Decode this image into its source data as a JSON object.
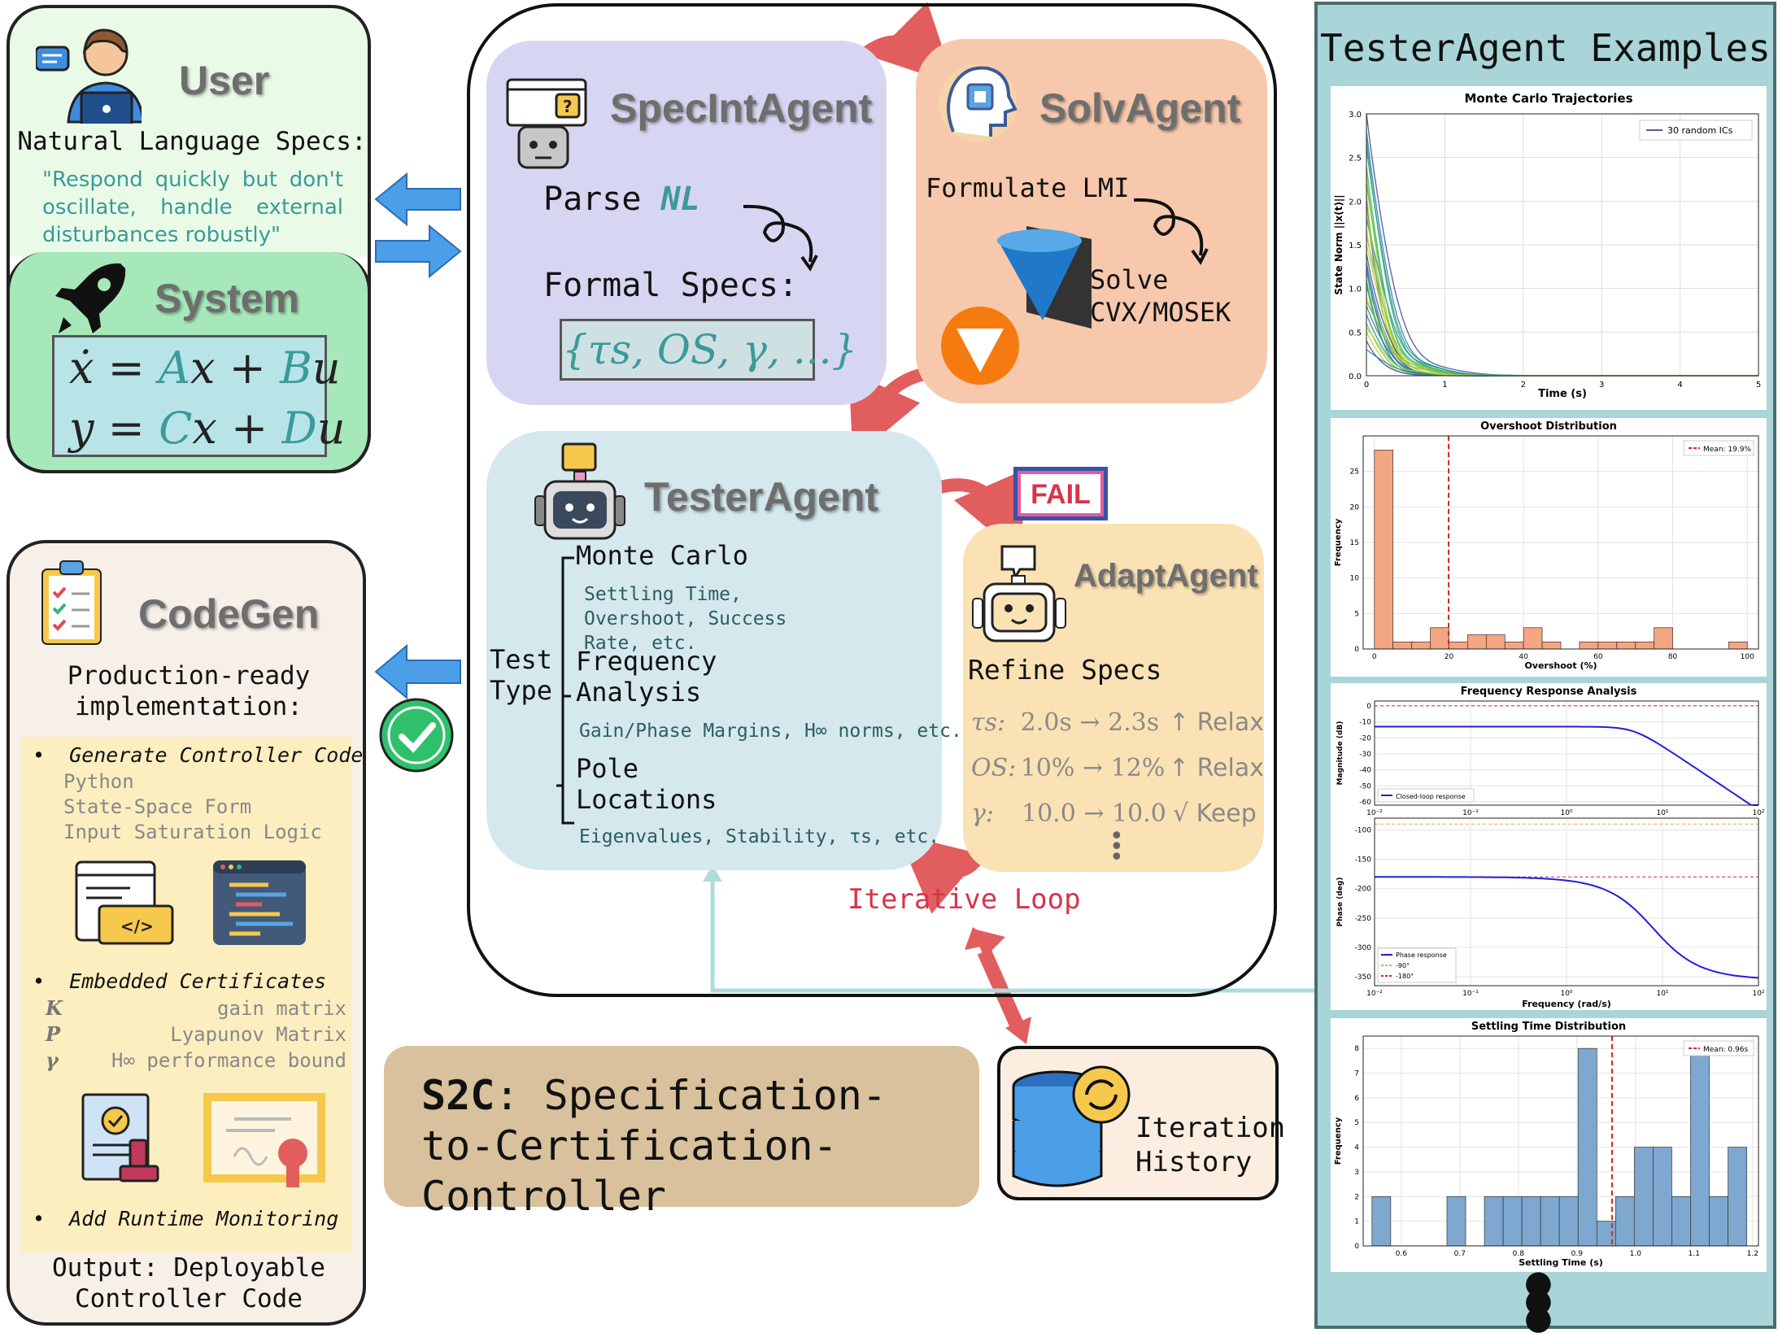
{
  "user": {
    "title": "User",
    "subtitle": "Natural Language Specs:",
    "quote": "\"Respond quickly but don't oscillate, handle external disturbances robustly\""
  },
  "system": {
    "title": "System",
    "eq1": {
      "lhs": "ẋ",
      "a": "A",
      "x1": "x",
      "b": "B",
      "u": "u"
    },
    "eq2": {
      "lhs": "y",
      "c": "C",
      "x1": "x",
      "d": "D",
      "u": "u"
    }
  },
  "codegen": {
    "title": "CodeGen",
    "subtitle": "Production-ready implementation:",
    "item1": "Generate Controller Code",
    "sub1": [
      "Python",
      "State-Space Form",
      "Input Saturation Logic"
    ],
    "item2": "Embedded Certificates",
    "certs": [
      {
        "sym": "K",
        "desc": "gain matrix"
      },
      {
        "sym": "P",
        "desc": "Lyapunov Matrix"
      },
      {
        "sym": "γ",
        "desc": "H∞ performance bound"
      }
    ],
    "item3": "Add Runtime Monitoring",
    "output": "Output: Deployable Controller Code"
  },
  "specint": {
    "title": "SpecIntAgent",
    "parse": "Parse",
    "nl": "NL",
    "formal": "Formal Specs:",
    "formula": "{τs, OS, γ, ...}"
  },
  "solv": {
    "title": "SolvAgent",
    "formulate": "Formulate LMI",
    "solve": "Solve",
    "solver": "CVX/MOSEK"
  },
  "tester": {
    "title": "TesterAgent",
    "test_type": "Test Type",
    "mc": "Monte Carlo",
    "mc_desc": "Settling Time, Overshoot, Success Rate, etc.",
    "freq": "Frequency Analysis",
    "freq_desc": "Gain/Phase Margins, H∞ norms, etc.",
    "pole": "Pole Locations",
    "pole_desc": "Eigenvalues, Stability, τs, etc."
  },
  "fail_label": "FAIL",
  "adapt": {
    "title": "AdaptAgent",
    "refine": "Refine Specs",
    "rows": [
      {
        "sym": "τs:",
        "change": "2.0s → 2.3s",
        "action": "↑ Relax"
      },
      {
        "sym": "OS:",
        "change": "10% → 12%",
        "action": "↑ Relax"
      },
      {
        "sym": "γ:",
        "change": "10.0 → 10.0",
        "action": "√ Keep"
      }
    ]
  },
  "iterative_loop": "Iterative Loop",
  "history": {
    "line1": "Iteration",
    "line2": "History"
  },
  "s2c": {
    "bold": "S2C",
    "rest": ": Specification-to-Certification-Controller"
  },
  "examples": {
    "title": "TesterAgent Examples"
  },
  "chart_data": [
    {
      "type": "line",
      "title": "Monte Carlo Trajectories",
      "xlabel": "Time (s)",
      "ylabel": "State Norm ||x(t)||",
      "xlim": [
        0,
        5
      ],
      "ylim": [
        0,
        3.0
      ],
      "xticks": [
        0,
        1,
        2,
        3,
        4,
        5
      ],
      "yticks": [
        0.0,
        0.5,
        1.0,
        1.5,
        2.0,
        2.5,
        3.0
      ],
      "legend": "30 random ICs",
      "grid": true,
      "series_decay": [
        3.0,
        2.8,
        2.7,
        2.4,
        2.3,
        2.1,
        2.0,
        1.8,
        1.6,
        1.5,
        1.4,
        1.3,
        1.2,
        1.1,
        1.0,
        0.9,
        0.8,
        0.7,
        0.6,
        0.5,
        0.4,
        0.3,
        2.6,
        2.2,
        1.9,
        1.7,
        1.25,
        1.05,
        0.85,
        0.55
      ]
    },
    {
      "type": "bar",
      "title": "Overshoot Distribution",
      "xlabel": "Overshoot (%)",
      "ylabel": "Frequency",
      "xticks": [
        0,
        20,
        40,
        60,
        80,
        100
      ],
      "yticks": [
        0,
        5,
        10,
        15,
        20,
        25
      ],
      "mean_label": "Mean: 19.9%",
      "mean": 19.9,
      "bins": [
        [
          0,
          5,
          28
        ],
        [
          5,
          10,
          1
        ],
        [
          10,
          15,
          1
        ],
        [
          15,
          20,
          3
        ],
        [
          20,
          25,
          1
        ],
        [
          25,
          30,
          2
        ],
        [
          30,
          35,
          2
        ],
        [
          35,
          40,
          1
        ],
        [
          40,
          45,
          3
        ],
        [
          45,
          50,
          1
        ],
        [
          50,
          55,
          0
        ],
        [
          55,
          60,
          1
        ],
        [
          60,
          65,
          1
        ],
        [
          65,
          70,
          1
        ],
        [
          70,
          75,
          1
        ],
        [
          75,
          80,
          3
        ],
        [
          80,
          85,
          0
        ],
        [
          85,
          90,
          0
        ],
        [
          90,
          95,
          0
        ],
        [
          95,
          100,
          1
        ]
      ],
      "ylim": [
        0,
        30
      ],
      "xlim": [
        -3,
        103
      ]
    },
    {
      "type": "line",
      "title": "Frequency Response Analysis",
      "magnitude": {
        "ylabel": "Magnitude (dB)",
        "yticks": [
          0,
          -10,
          -20,
          -30,
          -40,
          -50,
          -60
        ],
        "ylim": [
          -62,
          3
        ],
        "legend": "Closed-loop response",
        "dc": -13
      },
      "phase": {
        "ylabel": "Phase (deg)",
        "yticks": [
          -100,
          -150,
          -200,
          -250,
          -300,
          -350
        ],
        "ylim": [
          -365,
          -80
        ],
        "legend": [
          "Phase response",
          "-90°",
          "-180°"
        ],
        "start": -180,
        "end": -355
      },
      "xlabel": "Frequency (rad/s)",
      "xticks": [
        "10⁻²",
        "10⁻¹",
        "10⁰",
        "10¹",
        "10²"
      ],
      "xlim": [
        -2,
        2
      ]
    },
    {
      "type": "bar",
      "title": "Settling Time Distribution",
      "xlabel": "Settling Time (s)",
      "ylabel": "Frequency",
      "xticks": [
        0.6,
        0.7,
        0.8,
        0.9,
        1.0,
        1.1,
        1.2
      ],
      "yticks": [
        0,
        1,
        2,
        3,
        4,
        5,
        6,
        7,
        8
      ],
      "mean_label": "Mean: 0.96s",
      "mean": 0.96,
      "bins": [
        [
          0.55,
          0.582,
          2
        ],
        [
          0.582,
          0.614,
          0
        ],
        [
          0.614,
          0.646,
          0
        ],
        [
          0.646,
          0.678,
          0
        ],
        [
          0.678,
          0.71,
          2
        ],
        [
          0.71,
          0.742,
          0
        ],
        [
          0.742,
          0.774,
          2
        ],
        [
          0.774,
          0.806,
          2
        ],
        [
          0.806,
          0.838,
          2
        ],
        [
          0.838,
          0.87,
          2
        ],
        [
          0.87,
          0.902,
          2
        ],
        [
          0.902,
          0.934,
          8
        ],
        [
          0.934,
          0.966,
          1
        ],
        [
          0.966,
          0.998,
          2
        ],
        [
          0.998,
          1.03,
          4
        ],
        [
          1.03,
          1.062,
          4
        ],
        [
          1.062,
          1.094,
          2
        ],
        [
          1.094,
          1.126,
          8
        ],
        [
          1.126,
          1.158,
          2
        ],
        [
          1.158,
          1.19,
          4
        ]
      ],
      "ylim": [
        0,
        8.5
      ],
      "xlim": [
        0.535,
        1.21
      ]
    }
  ]
}
